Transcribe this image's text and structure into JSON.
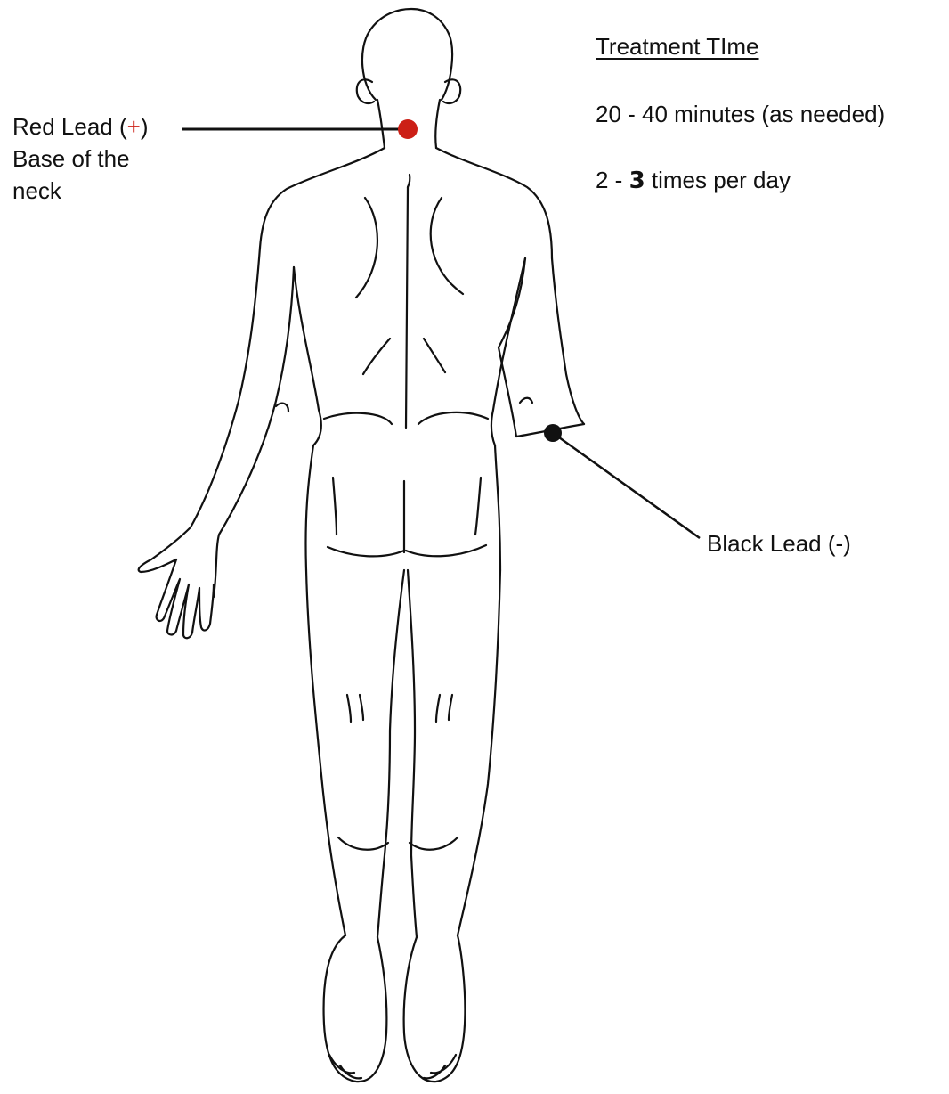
{
  "treatment": {
    "heading": "Treatment TIme",
    "duration": "20 - 40 minutes (as needed)",
    "freq_prefix": "2 - ",
    "freq_bold": "3",
    "freq_suffix": " times per day"
  },
  "red_lead": {
    "label_open": "Red Lead (",
    "sign": "+",
    "label_close": ")",
    "line2": "Base of the",
    "line3": "neck",
    "color": "#cc1f16"
  },
  "black_lead": {
    "label": "Black Lead (-)",
    "color": "#111111"
  },
  "figure": {
    "view": "posterior",
    "icon": "human-body-back-outline"
  }
}
